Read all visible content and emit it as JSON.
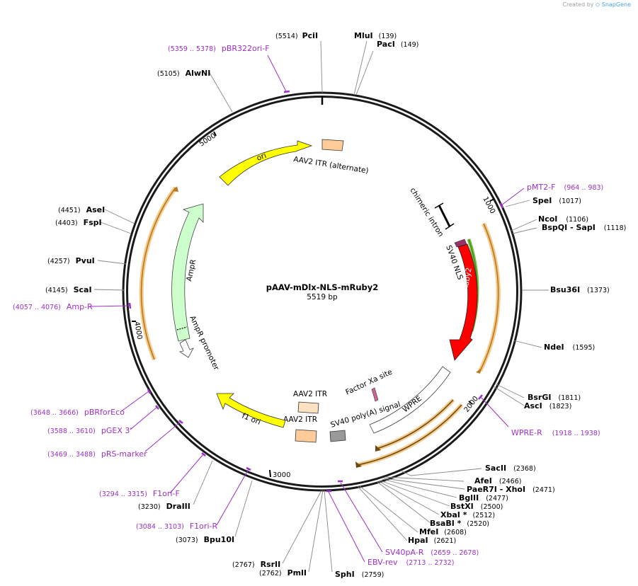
{
  "credit": {
    "prefix": "Created by",
    "brand": "SnapGene"
  },
  "plasmid": {
    "name": "pAAV-mDlx-NLS-mRuby2",
    "size_label": "5519 bp",
    "length": 5519
  },
  "ticks": [
    "1000",
    "2000",
    "3000",
    "4000",
    "5000"
  ],
  "sites": [
    {
      "name": "PciI",
      "pos": "(5514)"
    },
    {
      "name": "MluI",
      "pos": "(139)"
    },
    {
      "name": "PacI",
      "pos": "(149)"
    },
    {
      "name": "SpeI",
      "pos": "(1017)"
    },
    {
      "name": "NcoI",
      "pos": "(1106)"
    },
    {
      "name": "BspQI - SapI",
      "pos": "(1118)"
    },
    {
      "name": "Bsu36I",
      "pos": "(1373)"
    },
    {
      "name": "NdeI",
      "pos": "(1595)"
    },
    {
      "name": "BsrGI",
      "pos": "(1811)"
    },
    {
      "name": "AscI",
      "pos": "(1823)"
    },
    {
      "name": "SacII",
      "pos": "(2368)"
    },
    {
      "name": "AfeI",
      "pos": "(2466)"
    },
    {
      "name": "PaeR7I - XhoI",
      "pos": "(2471)"
    },
    {
      "name": "BglII",
      "pos": "(2477)"
    },
    {
      "name": "BstXI",
      "pos": "(2500)"
    },
    {
      "name": "XbaI *",
      "pos": "(2512)"
    },
    {
      "name": "BsaBI *",
      "pos": "(2520)"
    },
    {
      "name": "MfeI",
      "pos": "(2608)"
    },
    {
      "name": "HpaI",
      "pos": "(2621)"
    },
    {
      "name": "SphI",
      "pos": "(2759)"
    },
    {
      "name": "PmlI",
      "pos": "(2762)"
    },
    {
      "name": "RsrII",
      "pos": "(2767)"
    },
    {
      "name": "Bpu10I",
      "pos": "(3073)"
    },
    {
      "name": "DraIII",
      "pos": "(3230)"
    },
    {
      "name": "ScaI",
      "pos": "(4145)"
    },
    {
      "name": "PvuI",
      "pos": "(4257)"
    },
    {
      "name": "FspI",
      "pos": "(4403)"
    },
    {
      "name": "AseI",
      "pos": "(4451)"
    },
    {
      "name": "AlwNI",
      "pos": "(5105)"
    }
  ],
  "primers": [
    {
      "name": "pBR322ori-F",
      "pos": "(5359 .. 5378)"
    },
    {
      "name": "pMT2-F",
      "pos": "(964 .. 983)"
    },
    {
      "name": "WPRE-R",
      "pos": "(1918 .. 1938)"
    },
    {
      "name": "SV40pA-R",
      "pos": "(2659 .. 2678)"
    },
    {
      "name": "EBV-rev",
      "pos": "(2713 .. 2732)"
    },
    {
      "name": "F1ori-R",
      "pos": "(3084 .. 3103)"
    },
    {
      "name": "F1ori-F",
      "pos": "(3294 .. 3315)"
    },
    {
      "name": "pRS-marker",
      "pos": "(3469 .. 3488)"
    },
    {
      "name": "pGEX 3'",
      "pos": "(3588 .. 3610)"
    },
    {
      "name": "pBRforEco",
      "pos": "(3648 .. 3666)"
    },
    {
      "name": "Amp-R",
      "pos": "(4057 .. 4076)"
    }
  ],
  "features": [
    {
      "name": "ori",
      "color": "#ffff00"
    },
    {
      "name": "AAV2 ITR (alternate)",
      "color": "#ffcc99"
    },
    {
      "name": "chimeric intron",
      "color": "#000000"
    },
    {
      "name": "SV40 NLS",
      "color": "#993366"
    },
    {
      "name": "mRuby2",
      "color": "#ff0000"
    },
    {
      "name": "Factor Xa site",
      "color": "#cc6699"
    },
    {
      "name": "WPRE",
      "color": "#ffffff"
    },
    {
      "name": "SV40 poly(A) signal",
      "color": "#999999"
    },
    {
      "name": "AAV2 ITR",
      "color": "#ffcc99"
    },
    {
      "name": "AAV2 ITR",
      "color": "#ffe0c0"
    },
    {
      "name": "f1 ori",
      "color": "#ffff00"
    },
    {
      "name": "AmpR promoter",
      "color": "#ffffff"
    },
    {
      "name": "AmpR",
      "color": "#ccffcc"
    }
  ]
}
